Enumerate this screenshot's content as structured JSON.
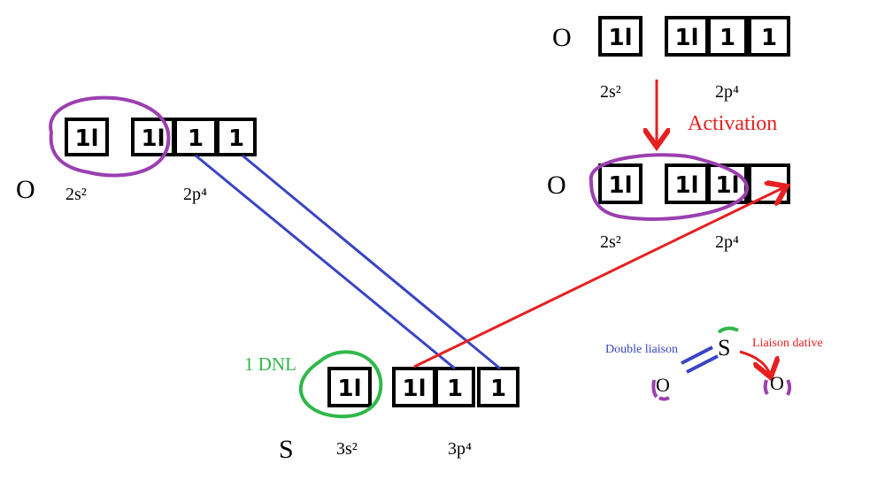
{
  "diagram": {
    "oxygen_left": {
      "symbol": "O",
      "s_label": "2s²",
      "p_label": "2p⁴",
      "s_box": "1l",
      "p_boxes": [
        "1l",
        "1",
        "1"
      ]
    },
    "oxygen_top": {
      "symbol": "O",
      "s_label": "2s²",
      "p_label": "2p⁴",
      "s_box": "1l",
      "p_boxes": [
        "1l",
        "1",
        "1"
      ]
    },
    "activation_label": "Activation",
    "oxygen_activated": {
      "symbol": "O",
      "s_label": "2s²",
      "p_label": "2p⁴",
      "s_box": "1l",
      "p_boxes": [
        "1l",
        "1l",
        ""
      ]
    },
    "sulfur": {
      "symbol": "S",
      "s_label": "3s²",
      "p_label": "3p⁴",
      "s_box": "1l",
      "p_boxes": [
        "1l",
        "1",
        "1"
      ],
      "dnl_label": "1 DNL"
    },
    "lewis": {
      "center": "S",
      "left_atom": "O",
      "right_atom": "O",
      "double_bond_label": "Double liaison",
      "dative_bond_label": "Liaison dative"
    }
  },
  "colors": {
    "purple": "#9b3fb0",
    "blue": "#3a45c4",
    "red": "#e62020",
    "green": "#2fb84a"
  }
}
